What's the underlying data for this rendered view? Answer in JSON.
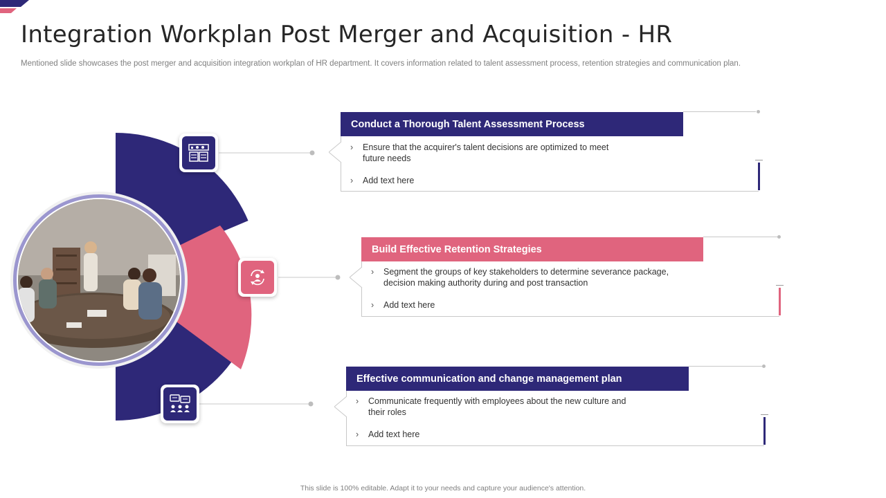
{
  "page": {
    "title": "Integration Workplan Post Merger and Acquisition - HR",
    "subtitle": "Mentioned slide showcases the post merger and acquisition integration workplan of HR department. It covers information related to talent assessment process, retention strategies and communication plan.",
    "footer": "This slide is 100% editable. Adapt it to your needs and capture your audience's attention."
  },
  "colors": {
    "navy": "#2e2878",
    "pink": "#e0647e",
    "lavender": "#9b96cf",
    "text": "#333333"
  },
  "cards": [
    {
      "heading": "Conduct a Thorough Talent Assessment Process",
      "icon": "talent-dashboard-icon",
      "color": "#2e2878",
      "bullets": [
        "Ensure that the acquirer's talent decisions are optimized to meet future needs",
        "Add text here"
      ]
    },
    {
      "heading": "Build Effective Retention Strategies",
      "icon": "retention-cycle-icon",
      "color": "#e0647e",
      "bullets": [
        "Segment the groups of key stakeholders to determine severance package, decision making authority during and post transaction",
        "Add text here"
      ]
    },
    {
      "heading": "Effective communication and change management plan",
      "icon": "communication-group-icon",
      "color": "#2e2878",
      "bullets": [
        "Communicate frequently with employees about the new culture and their roles",
        "Add text here"
      ]
    }
  ],
  "photo": {
    "subject": "team-meeting-photo"
  }
}
